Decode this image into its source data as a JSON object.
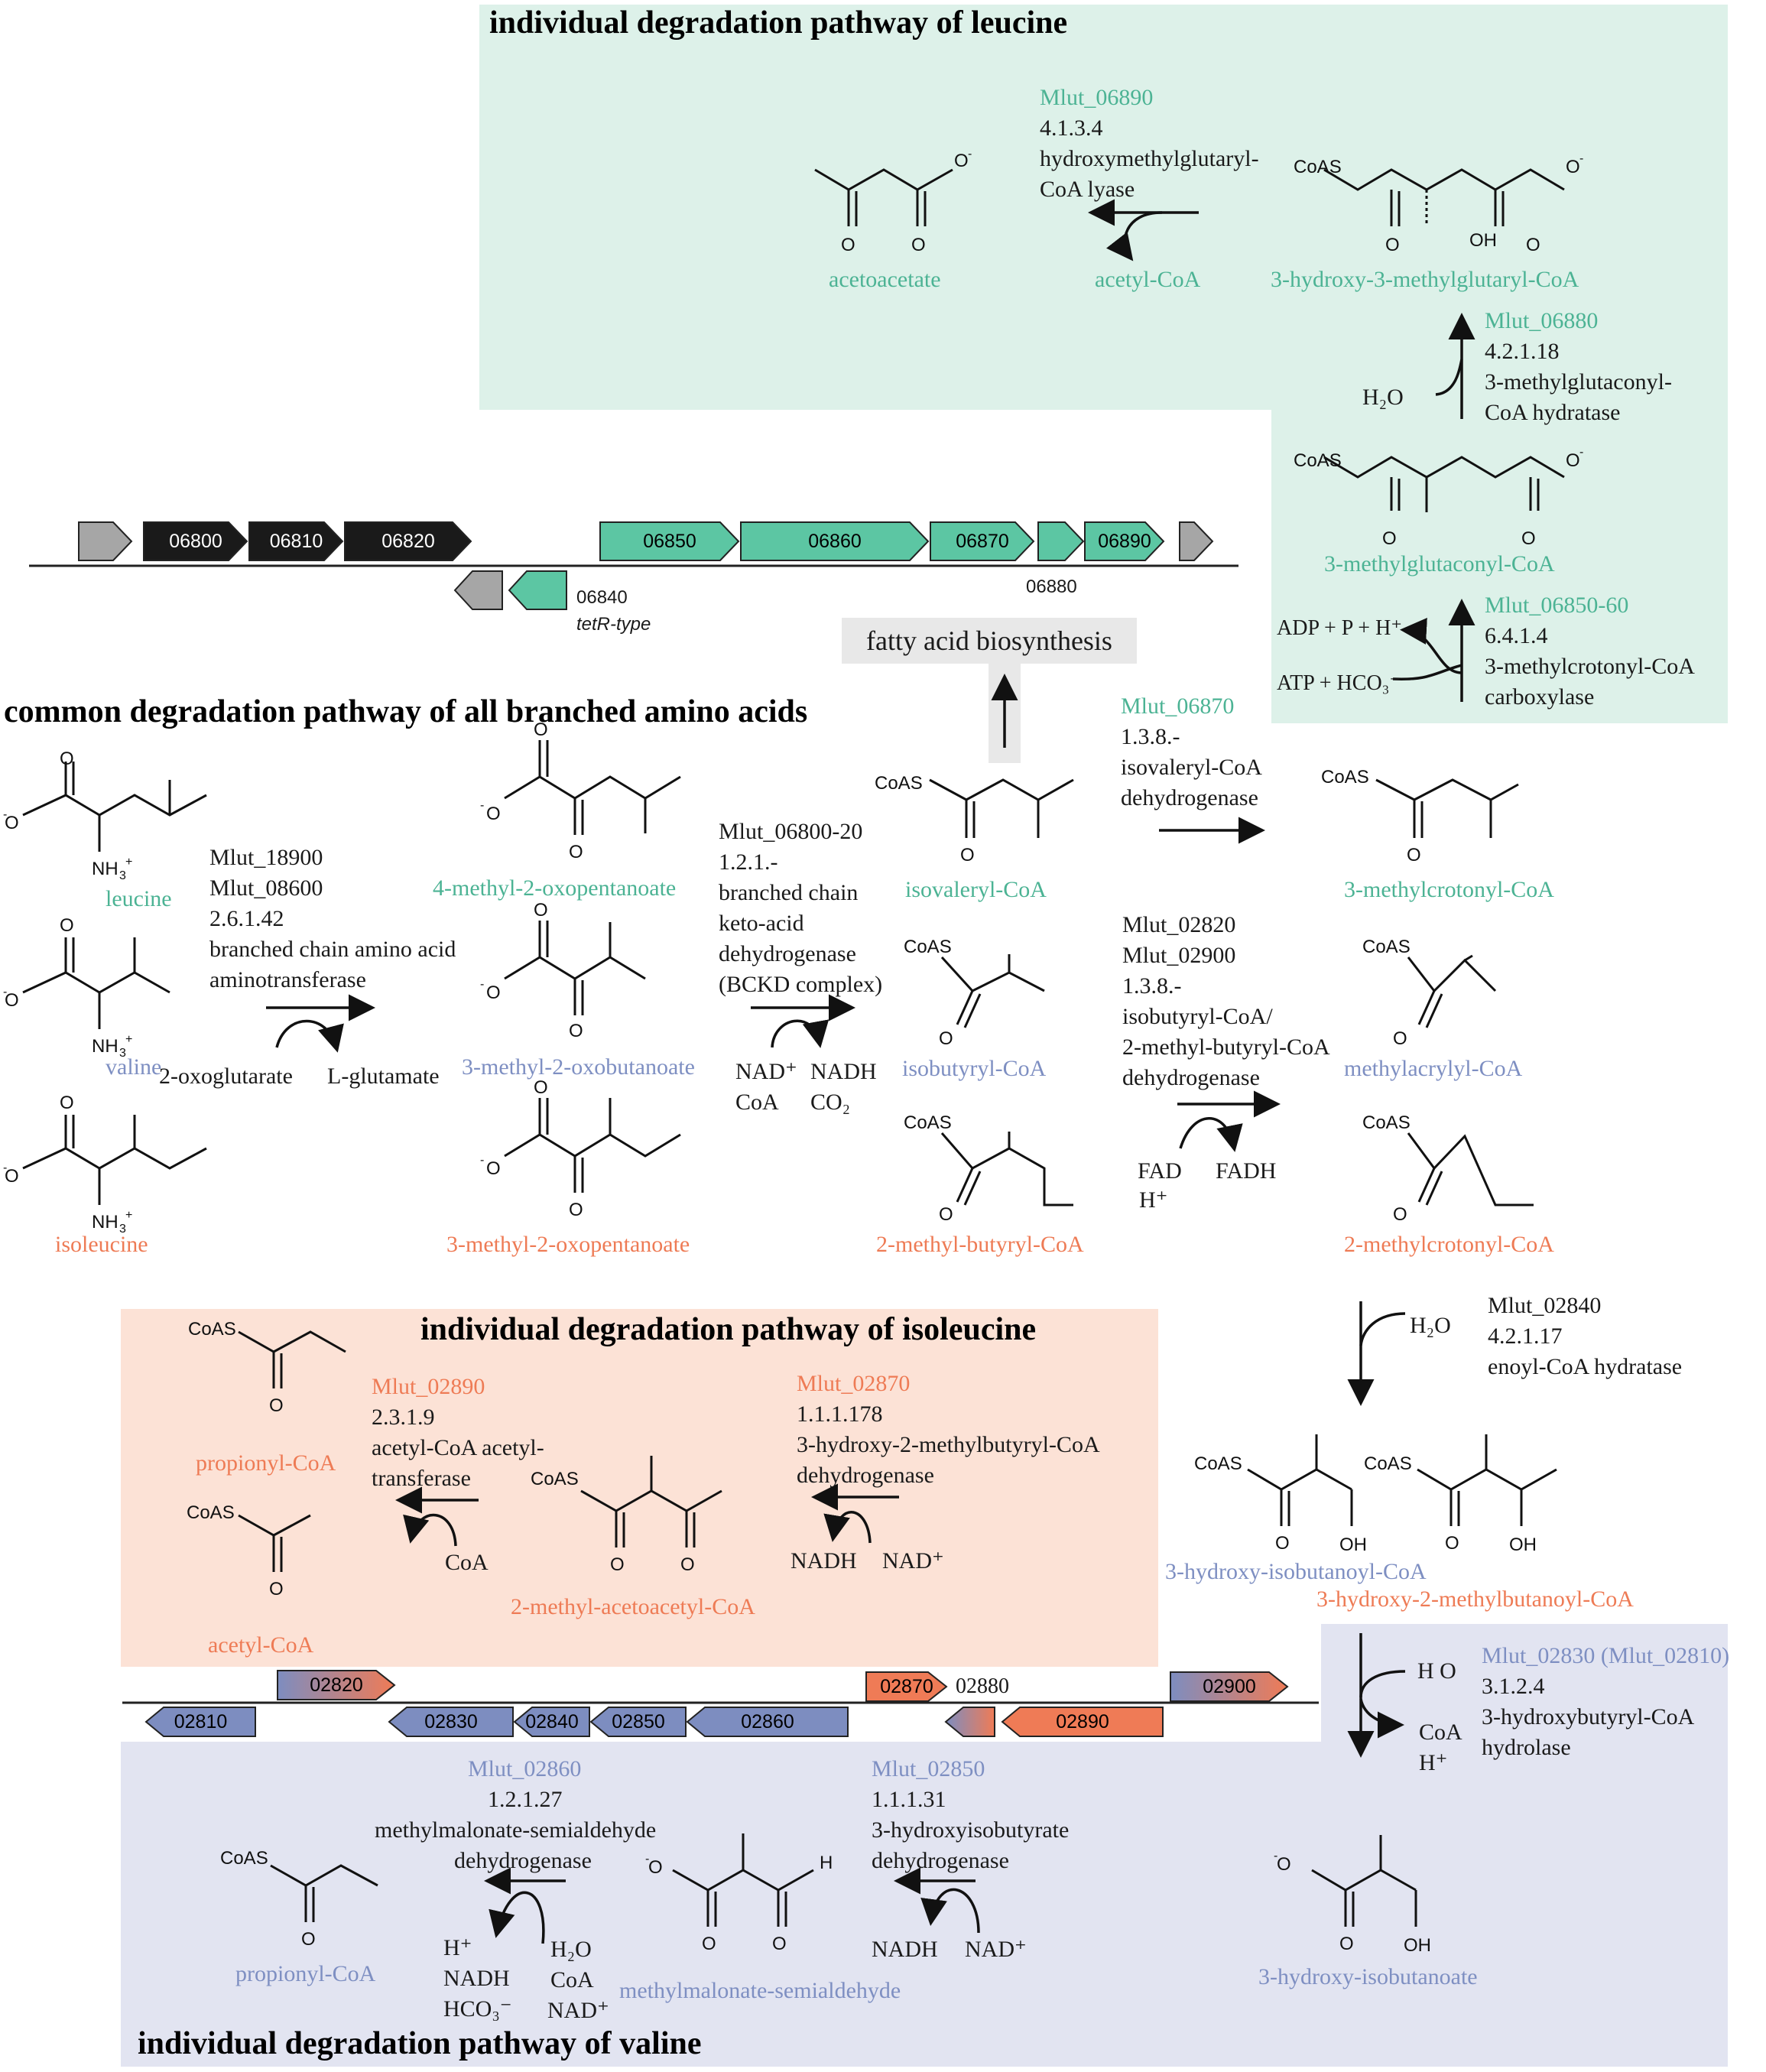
{
  "headings": {
    "leucine": "individual degradation pathway of leucine",
    "common": "common degradation pathway of all branched amino acids",
    "isoleucine": "individual degradation pathway of isoleucine",
    "valine": "individual degradation pathway of valine"
  },
  "colors": {
    "teal_bg": "#ddf1e9",
    "orange_bg": "#fce2d6",
    "blue_bg": "#e2e4f1",
    "teal_gene": "#5cc6a3",
    "black_gene": "#1a1a1a",
    "grey_gene": "#a6a6a6",
    "blue_gene": "#7d8dc0",
    "orange_gene": "#ef7b56",
    "teal_text": "#4cb394",
    "orange_text": "#ee7b55",
    "blue_text": "#7e8fc2"
  },
  "cluster_top": {
    "genes": [
      "06800",
      "06810",
      "06820",
      "06850",
      "06860",
      "06870",
      "06890"
    ],
    "label_06880": "06880",
    "label_06840": "06840",
    "label_tetr": "tetR-type"
  },
  "cluster_bottom": {
    "genes": [
      "02820",
      "02810",
      "02830",
      "02840",
      "02850",
      "02860",
      "02870",
      "02890",
      "02900"
    ],
    "label_02880": "02880"
  },
  "fatty_acid": "fatty acid biosynthesis",
  "compounds": {
    "leucine": "leucine",
    "valine": "valine",
    "isoleucine": "isoleucine",
    "oxopentanoate_4m": "4-methyl-2-oxopentanoate",
    "oxobutanoate_3m": "3-methyl-2-oxobutanoate",
    "oxopentanoate_3m": "3-methyl-2-oxopentanoate",
    "isovaleryl": "isovaleryl-CoA",
    "isobutyryl": "isobutyryl-CoA",
    "methylbutyryl": "2-methyl-butyryl-CoA",
    "methylcrotonyl": "3-methylcrotonyl-CoA",
    "methylacrylyl": "methylacrylyl-CoA",
    "methylcrotonyl2": "2-methylcrotonyl-CoA",
    "methylglutaconyl": "3-methylglutaconyl-CoA",
    "hmg": "3-hydroxy-3-methylglutaryl-CoA",
    "acetoacetate": "acetoacetate",
    "acetylcoa": "acetyl-CoA",
    "hydroxyisobutanoyl": "3-hydroxy-isobutanoyl-CoA",
    "hydroxymethylbutanoyl": "3-hydroxy-2-methylbutanoyl-CoA",
    "hydroxyisobutanoate": "3-hydroxy-isobutanoate",
    "mmsa": "methylmalonate-semialdehyde",
    "propionyl": "propionyl-CoA",
    "methylacetoacetyl": "2-methyl-acetoacetyl-CoA",
    "propionyl_iso": "propionyl-CoA",
    "acetyl_iso": "acetyl-CoA"
  },
  "enzymes": {
    "e06890": {
      "gene": "Mlut_06890",
      "ec": "4.1.3.4",
      "name1": "hydroxymethylglutaryl-",
      "name2": "CoA lyase"
    },
    "e06880": {
      "gene": "Mlut_06880",
      "ec": "4.2.1.18",
      "name1": "3-methylglutaconyl-",
      "name2": "CoA hydratase"
    },
    "e06850": {
      "gene": "Mlut_06850-60",
      "ec": "6.4.1.4",
      "name1": "3-methylcrotonyl-CoA",
      "name2": "carboxylase"
    },
    "e06870": {
      "gene": "Mlut_06870",
      "ec": "1.3.8.-",
      "name1": "isovaleryl-CoA",
      "name2": "dehydrogenase"
    },
    "e18900": {
      "gene1": "Mlut_18900",
      "gene2": "Mlut_08600",
      "ec": "2.6.1.42",
      "name1": "branched chain amino acid",
      "name2": "aminotransferase"
    },
    "e06800": {
      "gene": "Mlut_06800-20",
      "ec": "1.2.1.-",
      "name1": "branched chain",
      "name2": "keto-acid",
      "name3": "dehydrogenase",
      "name4": "(BCKD complex)"
    },
    "e02820": {
      "gene1": "Mlut_02820",
      "gene2": "Mlut_02900",
      "ec": "1.3.8.-",
      "name1": "isobutyryl-CoA/",
      "name2": "2-methyl-butyryl-CoA",
      "name3": "dehydrogenase"
    },
    "e02840": {
      "gene": "Mlut_02840",
      "ec": "4.2.1.17",
      "name": "enoyl-CoA hydratase"
    },
    "e02830": {
      "gene": "Mlut_02830 (Mlut_02810)",
      "ec": "3.1.2.4",
      "name1": "3-hydroxybutyryl-CoA",
      "name2": "hydrolase"
    },
    "e02890": {
      "gene": "Mlut_02890",
      "ec": "2.3.1.9",
      "name1": "acetyl-CoA acetyl-",
      "name2": "transferase"
    },
    "e02870": {
      "gene": "Mlut_02870",
      "ec": "1.1.1.178",
      "name1": "3-hydroxy-2-methylbutyryl-CoA",
      "name2": "dehydrogenase"
    },
    "e02860": {
      "gene": "Mlut_02860",
      "ec": "1.2.1.27",
      "name1": "methylmalonate-semialdehyde",
      "name2": "dehydrogenase"
    },
    "e02850": {
      "gene": "Mlut_02850",
      "ec": "1.1.1.31",
      "name1": "3-hydroxyisobutyrate",
      "name2": "dehydrogenase"
    }
  },
  "cofactors": {
    "h2o": "H₂O",
    "adp": "ADP + P + H⁺",
    "atp": "ATP + HCO₃⁻",
    "oxoglutarate": "2-oxoglutarate",
    "glutamate": "L-glutamate",
    "nad": "NAD⁺",
    "coa": "CoA",
    "nadh": "NADH",
    "co2": "CO₂",
    "fad": "FAD",
    "fadh": "FADH",
    "hplus": "H⁺",
    "h2o_hydrolase": "H O",
    "coa_hydrolase": "CoA",
    "hplus_hydrolase": "H⁺",
    "nadh_iso": "NADH",
    "nad_iso": "NAD⁺",
    "coa_iso": "CoA",
    "nadh_val": "NADH",
    "nad_val": "NAD⁺",
    "hplus_val": "H⁺",
    "nadh_val2": "NADH",
    "hco3_val": "HCO₃⁻",
    "h2o_val": "H₂O",
    "coa_val": "CoA",
    "nad_val2": "NAD⁺"
  }
}
